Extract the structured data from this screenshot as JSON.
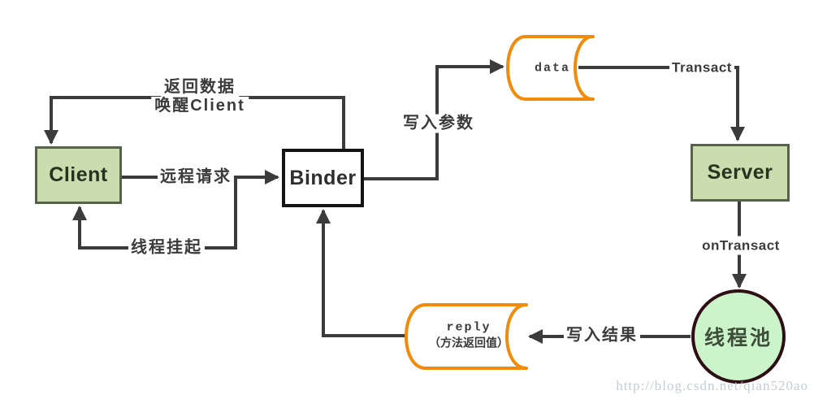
{
  "nodes": {
    "client": {
      "label": "Client"
    },
    "binder": {
      "label": "Binder"
    },
    "server": {
      "label": "Server"
    },
    "data_parcel": {
      "label": "data"
    },
    "reply_parcel": {
      "label": "reply",
      "sublabel": "（方法返回值）"
    },
    "thread_pool": {
      "label": "线程池"
    }
  },
  "edges": {
    "return_data": {
      "label": "返回数据"
    },
    "wake_client": {
      "label": "唤醒Client"
    },
    "remote_request": {
      "label": "远程请求"
    },
    "thread_suspend": {
      "label": "线程挂起"
    },
    "write_params": {
      "label": "写入参数"
    },
    "transact": {
      "label": "Transact"
    },
    "on_transact": {
      "label": "onTransact"
    },
    "write_result": {
      "label": "写入结果"
    }
  },
  "watermark": "http://blog.csdn.net/qian520ao",
  "colors": {
    "box_green_fill": "#cbddae",
    "box_green_border": "#566249",
    "binder_border": "#141414",
    "store_orange": "#f08b0c",
    "wire": "#3b3b3b",
    "pool_fill": "#ccf4ca",
    "pool_border": "#2d0f14",
    "watermark": "#c5ccd5"
  }
}
